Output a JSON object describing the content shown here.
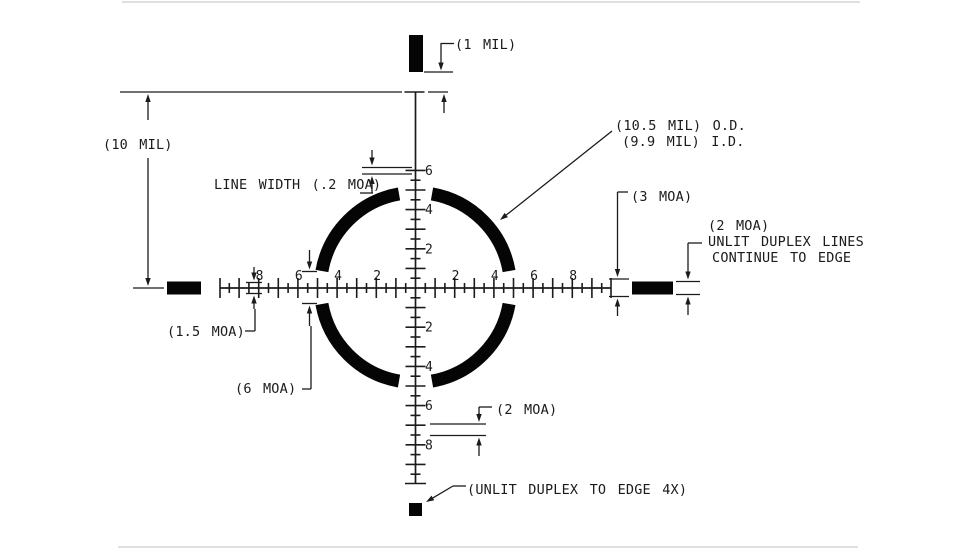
{
  "figure": {
    "title": "reticle-dimension-diagram",
    "background": "#ffffff",
    "ink_color": "#1b1b1b",
    "bar_color": "#050505",
    "annotations": {
      "top_duplex_gap": "(1 MIL)",
      "vertical_span": "(10 MIL)",
      "line_width": "LINE WIDTH (.2 MOA)",
      "circle_od": "(10.5 MIL) O.D.",
      "circle_id": "(9.9 MIL) I.D.",
      "post_height": "(3 MOA)",
      "unlit_line_1": "(2 MOA)",
      "unlit_line_2": "UNLIT DUPLEX LINES",
      "unlit_line_3": "CONTINUE TO EDGE",
      "minor_tick_height": "(1.5 MOA)",
      "ring_gap": "(6 MOA)",
      "lower_gap": "(2 MOA)",
      "duplex_note": "(UNLIT DUPLEX TO EDGE 4X)"
    },
    "scales": {
      "horizontal_left": [
        "8",
        "6",
        "4",
        "2"
      ],
      "horizontal_right": [
        "2",
        "4",
        "6",
        "8"
      ],
      "vertical_up": [
        "6",
        "4",
        "2"
      ],
      "vertical_down": [
        "2",
        "4",
        "6",
        "8"
      ]
    }
  }
}
